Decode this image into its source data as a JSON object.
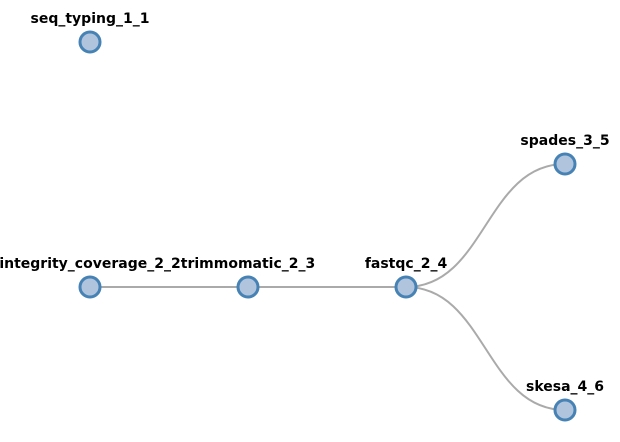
{
  "colors": {
    "node_fill": "#b0c4de",
    "node_stroke": "#4682b4",
    "link": "#aaaaaa"
  },
  "diagram": {
    "nodes": [
      {
        "id": "seq_typing_1_1",
        "label": "seq_typing_1_1"
      },
      {
        "id": "integrity_coverage_2_2",
        "label": "integrity_coverage_2_2"
      },
      {
        "id": "trimmomatic_2_3",
        "label": "trimmomatic_2_3"
      },
      {
        "id": "fastqc_2_4",
        "label": "fastqc_2_4"
      },
      {
        "id": "spades_3_5",
        "label": "spades_3_5"
      },
      {
        "id": "skesa_4_6",
        "label": "skesa_4_6"
      }
    ],
    "edges": [
      {
        "from": "integrity_coverage_2_2",
        "to": "trimmomatic_2_3"
      },
      {
        "from": "trimmomatic_2_3",
        "to": "fastqc_2_4"
      },
      {
        "from": "fastqc_2_4",
        "to": "spades_3_5"
      },
      {
        "from": "fastqc_2_4",
        "to": "skesa_4_6"
      }
    ]
  }
}
